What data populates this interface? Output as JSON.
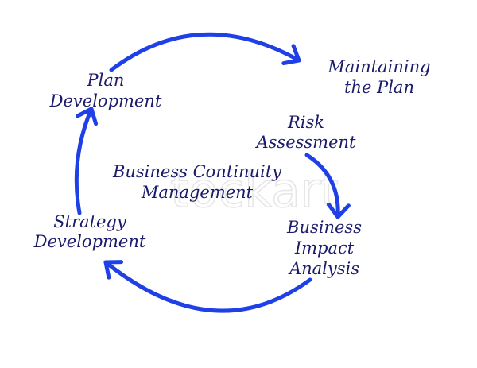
{
  "diagram": {
    "center": {
      "line1": "Business Continuity",
      "line2": "Management"
    },
    "nodes": [
      {
        "id": "plan",
        "lines": [
          "Plan",
          "Development"
        ]
      },
      {
        "id": "maintain",
        "lines": [
          "Maintaining",
          "the Plan"
        ]
      },
      {
        "id": "risk",
        "lines": [
          "Risk",
          "Assessment"
        ]
      },
      {
        "id": "bia",
        "lines": [
          "Business",
          "Impact",
          "Analysis"
        ]
      },
      {
        "id": "strategy",
        "lines": [
          "Strategy",
          "Development"
        ]
      }
    ],
    "colors": {
      "arrow": "#1e40e6",
      "text": "#1b1b6b"
    }
  }
}
